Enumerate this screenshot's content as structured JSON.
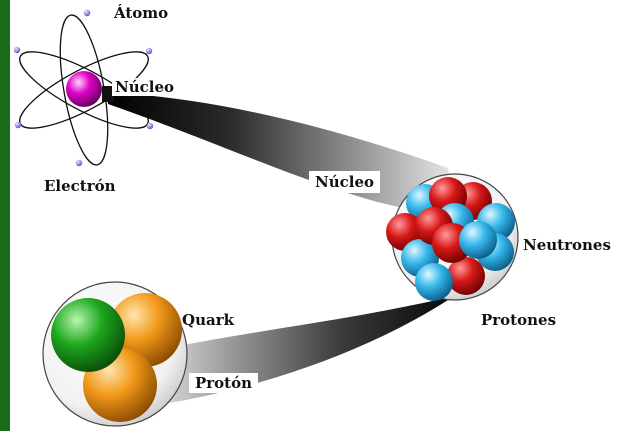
{
  "labels": {
    "atom": "Átomo",
    "nucleus_top": "Núcleo",
    "electron": "Electrón",
    "nucleus_mid": "Núcleo",
    "neutrons": "Neutrones",
    "protons": "Protones",
    "quark": "Quark",
    "proton": "Protón"
  },
  "colors": {
    "side_bar": "#1a6b1a",
    "electron": "#6f6fd8",
    "atom_nucleus": "#e000c8",
    "proton_red": "#d81818",
    "neutron_cyan": "#36b8ec",
    "quark_green": "#1ea81e",
    "quark_orange": "#f29a1a"
  }
}
